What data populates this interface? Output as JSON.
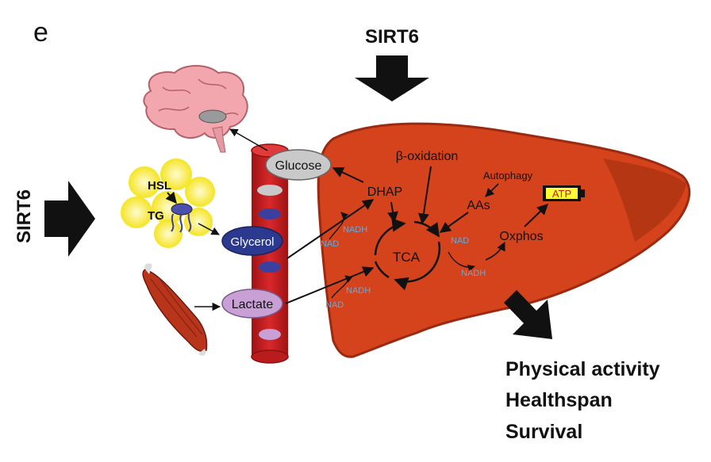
{
  "panel_letter": "e",
  "sirt6_top": "SIRT6",
  "sirt6_left": "SIRT6",
  "hsl": "HSL",
  "tg": "TG",
  "metabolites": {
    "glucose": "Glucose",
    "glycerol": "Glycerol",
    "lactate": "Lactate"
  },
  "liver": {
    "beta_oxidation": "β-oxidation",
    "autophagy": "Autophagy",
    "dhap": "DHAP",
    "aas": "AAs",
    "atp": "ATP",
    "oxphos": "Oxphos",
    "tca": "TCA",
    "nadh_1": "NADH",
    "nad_1": "NAD",
    "nad_2": "NAD",
    "nadh_2": "NADH",
    "nadh_3": "NADH",
    "nad_3": "NAD"
  },
  "outcomes": [
    "Physical activity",
    "Healthspan",
    "Survival"
  ],
  "colors": {
    "liver": "#d4431c",
    "vessel": "#c8201e",
    "glycerol": "#2b3a8f",
    "lactate": "#c9a0d6",
    "nad_text": "#6aa6d6",
    "atp_fill": "#ffff33"
  }
}
